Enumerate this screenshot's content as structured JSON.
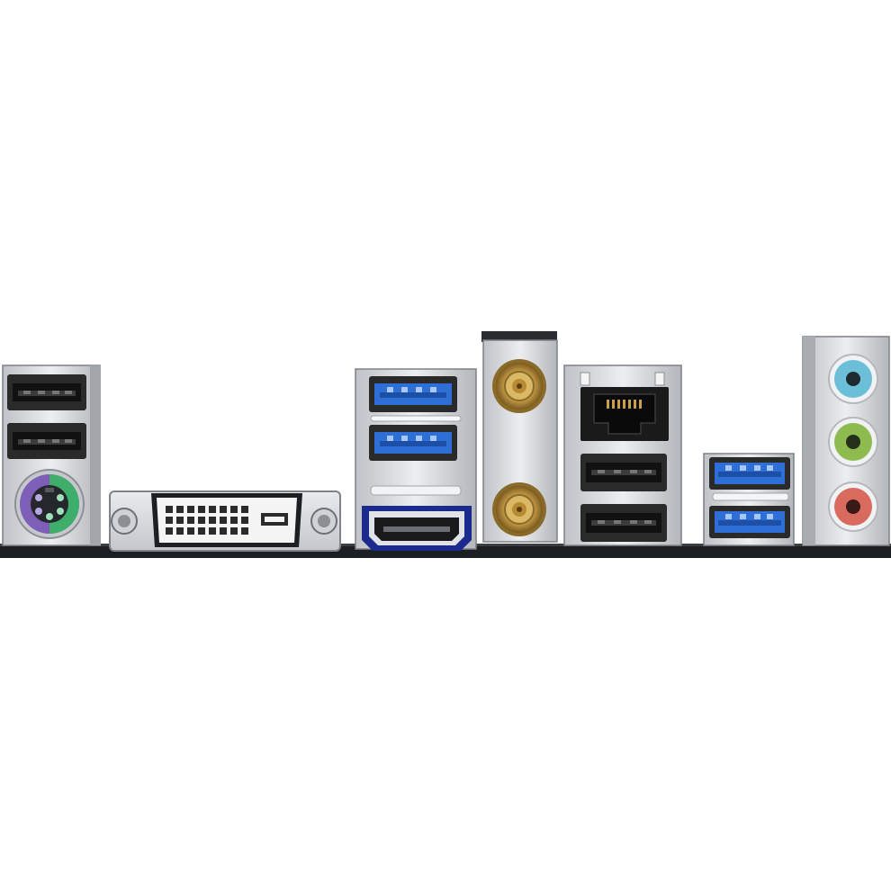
{
  "image": {
    "subject": "motherboard-rear-io-panel",
    "background_color": "#ffffff"
  },
  "ports": [
    {
      "id": "usb2-left-top",
      "kind": "usb2",
      "color": "#1a1a1a"
    },
    {
      "id": "usb2-left-bottom",
      "kind": "usb2",
      "color": "#1a1a1a"
    },
    {
      "id": "ps2-combo",
      "kind": "ps2",
      "colors": [
        "#7d5fb8",
        "#3fae6a"
      ]
    },
    {
      "id": "dvi-d",
      "kind": "dvi",
      "color": "#f4f4f4"
    },
    {
      "id": "usb3-left-top",
      "kind": "usb3",
      "color": "#2d6fd6"
    },
    {
      "id": "usb3-left-bottom",
      "kind": "usb3",
      "color": "#2d6fd6"
    },
    {
      "id": "hdmi",
      "kind": "hdmi",
      "color": "#1b2a8c"
    },
    {
      "id": "wifi-antenna-top",
      "kind": "sma",
      "color": "#c9a04a"
    },
    {
      "id": "wifi-antenna-bottom",
      "kind": "sma",
      "color": "#c9a04a"
    },
    {
      "id": "rj45-lan",
      "kind": "rj45",
      "color": "#111111"
    },
    {
      "id": "usb2-mid-top",
      "kind": "usb2",
      "color": "#1a1a1a"
    },
    {
      "id": "usb2-mid-bottom",
      "kind": "usb2",
      "color": "#1a1a1a"
    },
    {
      "id": "usb3-right-top",
      "kind": "usb3",
      "color": "#2d6fd6"
    },
    {
      "id": "usb3-right-bottom",
      "kind": "usb3",
      "color": "#2d6fd6"
    },
    {
      "id": "audio-line-in",
      "kind": "audio",
      "color": "#6bbfd9"
    },
    {
      "id": "audio-line-out",
      "kind": "audio",
      "color": "#8dbb4f"
    },
    {
      "id": "audio-mic-in",
      "kind": "audio",
      "color": "#d86a5e"
    }
  ],
  "colors": {
    "metal": "#d9dbde",
    "metal_dark": "#8c8f94",
    "pcb": "#1c1f22"
  }
}
